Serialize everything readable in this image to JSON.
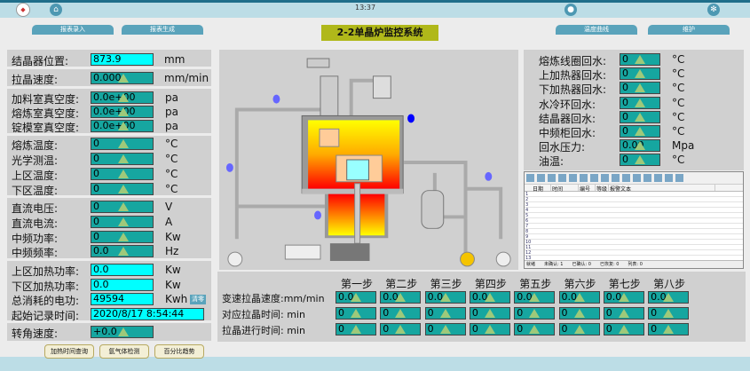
{
  "header": {
    "time": "13:37",
    "title": "2-2单晶炉监控系统",
    "logo": "logo",
    "tabs": [
      "报表录入",
      "报表生成",
      "温度曲线",
      "维护"
    ],
    "icons": [
      "home-icon",
      "user-icon",
      "gear-icon"
    ]
  },
  "left": {
    "rows": [
      {
        "label": "结晶器位置:",
        "value": "873.9",
        "unit": "mm",
        "style": "cyan",
        "warn": false
      },
      {
        "label": "拉晶速度:",
        "value": "0.000",
        "unit": "mm/min",
        "style": "teal",
        "warn": true
      },
      {
        "label": "加料室真空度:",
        "value": "0.0e+00",
        "unit": "pa",
        "style": "teal",
        "warn": true
      },
      {
        "label": "熔炼室真空度:",
        "value": "0.0e+00",
        "unit": "pa",
        "style": "teal",
        "warn": true
      },
      {
        "label": "锭模室真空度:",
        "value": "0.0e+00",
        "unit": "pa",
        "style": "teal",
        "warn": true
      },
      {
        "label": "熔炼温度:",
        "value": "0",
        "unit": "°C",
        "style": "teal",
        "warn": true
      },
      {
        "label": "光学测温:",
        "value": "0",
        "unit": "°C",
        "style": "teal",
        "warn": true
      },
      {
        "label": "上区温度:",
        "value": "0",
        "unit": "°C",
        "style": "teal",
        "warn": true
      },
      {
        "label": "下区温度:",
        "value": "0",
        "unit": "°C",
        "style": "teal",
        "warn": true
      },
      {
        "label": "直流电压:",
        "value": "0",
        "unit": "V",
        "style": "teal",
        "warn": true
      },
      {
        "label": "直流电流:",
        "value": "0",
        "unit": "A",
        "style": "teal",
        "warn": true
      },
      {
        "label": "中频功率:",
        "value": "0",
        "unit": "Kw",
        "style": "teal",
        "warn": true
      },
      {
        "label": "中频频率:",
        "value": "0.0",
        "unit": "Hz",
        "style": "teal",
        "warn": true
      },
      {
        "label": "上区加热功率:",
        "value": "0.0",
        "unit": "Kw",
        "style": "cyan",
        "warn": false
      },
      {
        "label": "下区加热功率:",
        "value": "0.0",
        "unit": "Kw",
        "style": "cyan",
        "warn": false
      },
      {
        "label": "总消耗的电功:",
        "value": "49594",
        "unit": "Kwh",
        "style": "cyan",
        "warn": false
      },
      {
        "label": "起始记录时间:",
        "value": "2020/8/17 8:54:44",
        "unit": "",
        "style": "cyan",
        "warn": false
      },
      {
        "label": "转角速度:",
        "value": "+0.0",
        "unit": "",
        "style": "teal",
        "warn": true
      }
    ],
    "clear_label": "清零"
  },
  "right": {
    "rows": [
      {
        "label": "熔炼线圈回水:",
        "value": "0",
        "unit": "°C"
      },
      {
        "label": "上加热器回水:",
        "value": "0",
        "unit": "°C"
      },
      {
        "label": "下加热器回水:",
        "value": "0",
        "unit": "°C"
      },
      {
        "label": "水冷环回水:",
        "value": "0",
        "unit": "°C"
      },
      {
        "label": "结晶器回水:",
        "value": "0",
        "unit": "°C"
      },
      {
        "label": "中频柜回水:",
        "value": "0",
        "unit": "°C"
      },
      {
        "label": "回水压力:",
        "value": "0.00",
        "unit": "Mpa"
      },
      {
        "label": "油温:",
        "value": "0",
        "unit": "°C"
      }
    ]
  },
  "alarm": {
    "columns": [
      "日期",
      "时间",
      "编号",
      "等级",
      "报警文本"
    ],
    "rows": [
      "1",
      "2",
      "3",
      "4",
      "5",
      "6",
      "7",
      "8",
      "9",
      "10",
      "11",
      "12",
      "13"
    ],
    "status": [
      "就绪",
      "未确认: 1",
      "已确认: 0",
      "已恢复: 0",
      "列表: 0"
    ]
  },
  "steps": {
    "headers": [
      "第一步",
      "第二步",
      "第三步",
      "第四步",
      "第五步",
      "第六步",
      "第七步",
      "第八步"
    ],
    "rows": [
      {
        "label": "变速拉晶速度:mm/min",
        "values": [
          "0.0",
          "0.0",
          "0.0",
          "0.0",
          "0.0",
          "0.0",
          "0.0",
          "0.0"
        ]
      },
      {
        "label": "对应拉晶时间:   min",
        "values": [
          "0",
          "0",
          "0",
          "0",
          "0",
          "0",
          "0",
          "0"
        ]
      },
      {
        "label": "拉晶进行时间:   min",
        "values": [
          "0",
          "0",
          "0",
          "0",
          "0",
          "0",
          "0",
          "0"
        ]
      }
    ]
  },
  "buttons": [
    "加热时间查询",
    "氩气体检测",
    "百分比趋势"
  ],
  "colors": {
    "teal": "#16a6a0",
    "cyan": "#00ffff",
    "title_bg": "#b0b81a",
    "tab": "#5aa3bb"
  }
}
